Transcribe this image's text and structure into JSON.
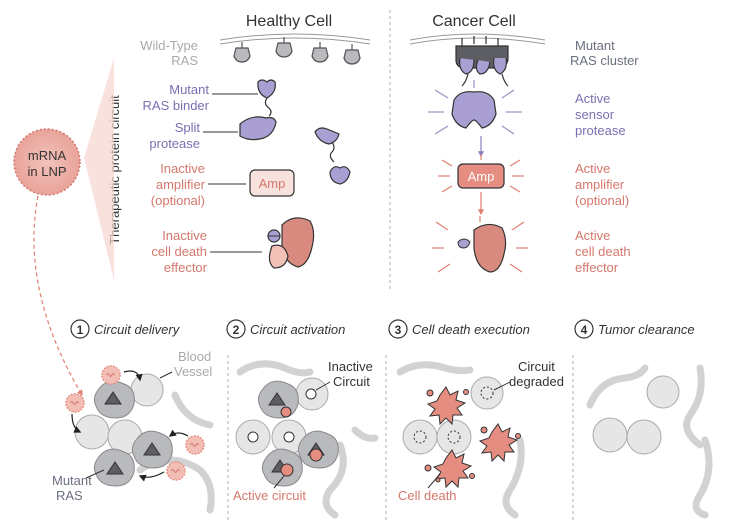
{
  "colors": {
    "gray_text": "#a9a9ab",
    "purple": "#9a8fc6",
    "purple_text": "#7b6fb3",
    "salmon": "#e07f70",
    "salmon_text": "#d4786c",
    "pink_fill": "#f4c9c2",
    "dark_gray": "#6a6b70",
    "mid_gray": "#8f9096",
    "light_gray": "#dcdcdc",
    "vessel_gray": "#d2d2d2",
    "text_dark": "#333333",
    "text_slate": "#6b7080"
  },
  "header": {
    "healthy_title": "Healthy Cell",
    "cancer_title": "Cancer Cell"
  },
  "labels": {
    "wild_type": [
      "Wild-Type",
      "RAS"
    ],
    "mutant_binder": [
      "Mutant",
      "RAS binder"
    ],
    "split_protease": [
      "Split",
      "protease"
    ],
    "inactive_amplifier": [
      "Inactive",
      "amplifier",
      "(optional)"
    ],
    "inactive_effector": [
      "Inactive",
      "cell death",
      "effector"
    ],
    "mutant_cluster": [
      "Mutant",
      "RAS cluster"
    ],
    "active_sensor": [
      "Active",
      "sensor",
      "protease"
    ],
    "active_amplifier": [
      "Active",
      "amplifier",
      "(optional)"
    ],
    "active_effector": [
      "Active",
      "cell death",
      "effector"
    ],
    "therapeutic_circuit": "Therapeutic protein circuit",
    "mrna_lnp": [
      "mRNA",
      "in LNP"
    ],
    "amp": "Amp"
  },
  "steps": [
    {
      "num": "1",
      "title": "Circuit delivery"
    },
    {
      "num": "2",
      "title": "Circuit activation"
    },
    {
      "num": "3",
      "title": "Cell death execution"
    },
    {
      "num": "4",
      "title": "Tumor clearance"
    }
  ],
  "step_labels": {
    "blood_vessel": [
      "Blood",
      "Vessel"
    ],
    "mutant_ras": [
      "Mutant",
      "RAS"
    ],
    "inactive_circuit": [
      "Inactive",
      "Circuit"
    ],
    "active_circuit": "Active circuit",
    "circuit_degraded": [
      "Circuit",
      "degraded"
    ],
    "cell_death": "Cell death"
  }
}
